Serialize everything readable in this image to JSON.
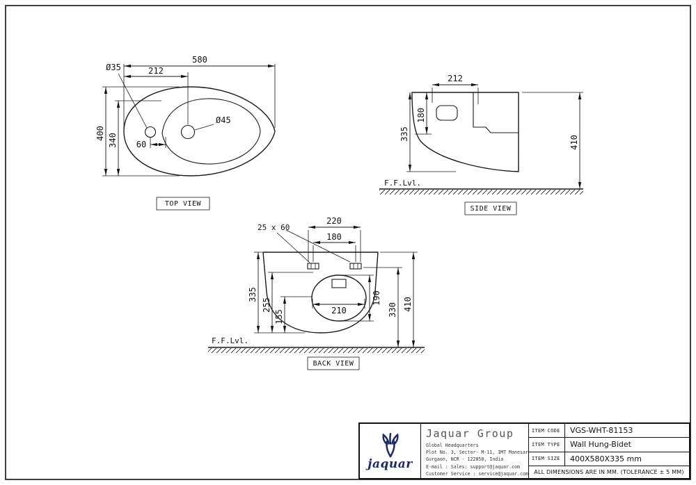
{
  "colors": {
    "line": "#111111",
    "logo": "#1b2a6b"
  },
  "top_view": {
    "label": "TOP VIEW",
    "dim_width": "580",
    "dim_tap": "212",
    "dim_hole_small": "Ø35",
    "dim_hole_large": "Ø45",
    "dim_depth": "400",
    "dim_bowl": "340",
    "dim_offset": "60"
  },
  "side_view": {
    "label": "SIDE VIEW",
    "ffl": "F.F.Lvl.",
    "dim_top": "212",
    "dim_front": "180",
    "dim_body": "335",
    "dim_height": "410"
  },
  "back_view": {
    "label": "BACK VIEW",
    "ffl": "F.F.Lvl.",
    "dim_slot": "25 x 60",
    "dim_span": "220",
    "dim_centers": "180",
    "dim_body": "335",
    "dim_mid": "255",
    "dim_low": "155",
    "dim_opening_w": "210",
    "dim_opening_h": "190",
    "dim_slot_floor": "330",
    "dim_height": "410"
  },
  "title_block": {
    "brand": "jaquar",
    "company": "Jaquar Group",
    "hq": "Global Headquarters",
    "address1": "Plot No. 3, Sector- M-11, IMT Manesar",
    "address2": "Gurgaon, NCR - 122050, India",
    "email": "E-mail : Sales: support@jaquar.com",
    "customer_service": "Customer Service : service@jaquar.com",
    "rows": [
      {
        "label": "ITEM CODE",
        "value": "VGS-WHT-81153"
      },
      {
        "label": "ITEM TYPE",
        "value": "Wall Hung-Bidet"
      },
      {
        "label": "ITEM SIZE",
        "value": "400X580X335 mm"
      }
    ],
    "tolerance": "ALL DIMENSIONS ARE IN MM. (TOLERANCE ± 5 MM)"
  }
}
